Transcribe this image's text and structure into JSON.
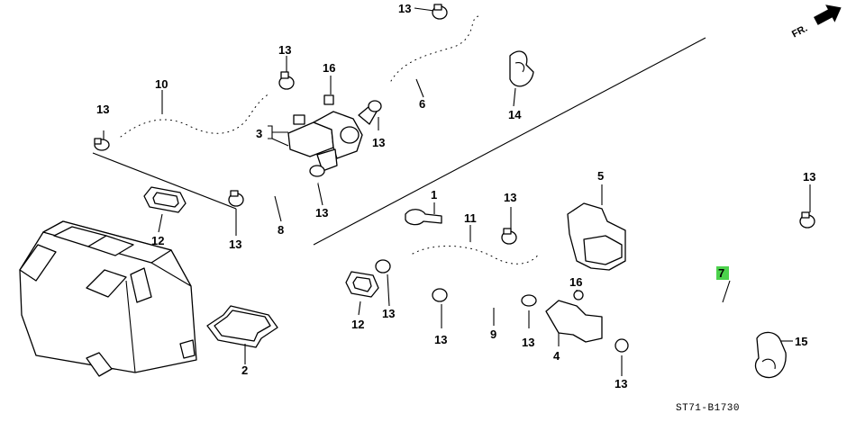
{
  "diagram": {
    "code": "ST71-B1730",
    "direction": "FR.",
    "highlight_color": "#4cd24c",
    "labels": {
      "p1": "1",
      "p2": "2",
      "p3": "3",
      "p4": "4",
      "p5": "5",
      "p6": "6",
      "p7": "7",
      "p8": "8",
      "p9": "9",
      "p10": "10",
      "p11": "11",
      "p12a": "12",
      "p12b": "12",
      "p13": "13",
      "p14": "14",
      "p15": "15",
      "p16a": "16",
      "p16b": "16"
    }
  }
}
